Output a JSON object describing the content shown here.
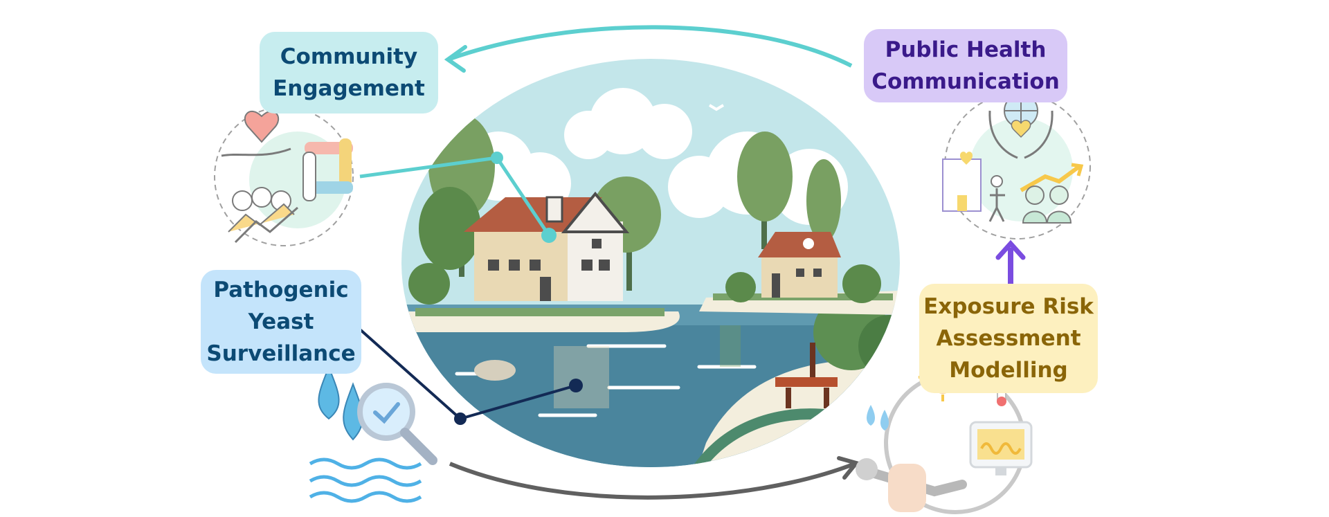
{
  "diagram": {
    "nodes": [
      {
        "id": "community",
        "label": "Community Engagement",
        "lines": [
          "Community",
          "Engagement"
        ],
        "icon": "hands-heart-people-icon",
        "color": "#0c4a74",
        "bg": "#c7edef"
      },
      {
        "id": "public",
        "label": "Public Health Communication",
        "lines": [
          "Public Health",
          "Communication"
        ],
        "icon": "globe-hands-hospital-icon",
        "color": "#3a1a8a",
        "bg": "#d8c9f7"
      },
      {
        "id": "pathogenic",
        "label": "Pathogenic Yeast Surveillance",
        "lines": [
          "Pathogenic",
          "Yeast",
          "Surveillance"
        ],
        "icon": "water-drops-magnifier-icon",
        "color": "#0c4a74",
        "bg": "#c4e4fb"
      },
      {
        "id": "exposure",
        "label": "Exposure Risk Assessment Modelling",
        "lines": [
          "Exposure Risk",
          "Assessment",
          "Modelling"
        ],
        "icon": "sun-thermometer-wrench-icon",
        "color": "#8a6508",
        "bg": "#fdf0bf"
      }
    ],
    "edges": [
      {
        "from": "public",
        "to": "community",
        "color": "#5ccfcf"
      },
      {
        "from": "pathogenic",
        "to": "exposure",
        "color": "#606060"
      },
      {
        "from": "exposure",
        "to": "public",
        "color": "#7a4ce0"
      }
    ],
    "center_image": "riverside-village-landscape-illustration"
  }
}
